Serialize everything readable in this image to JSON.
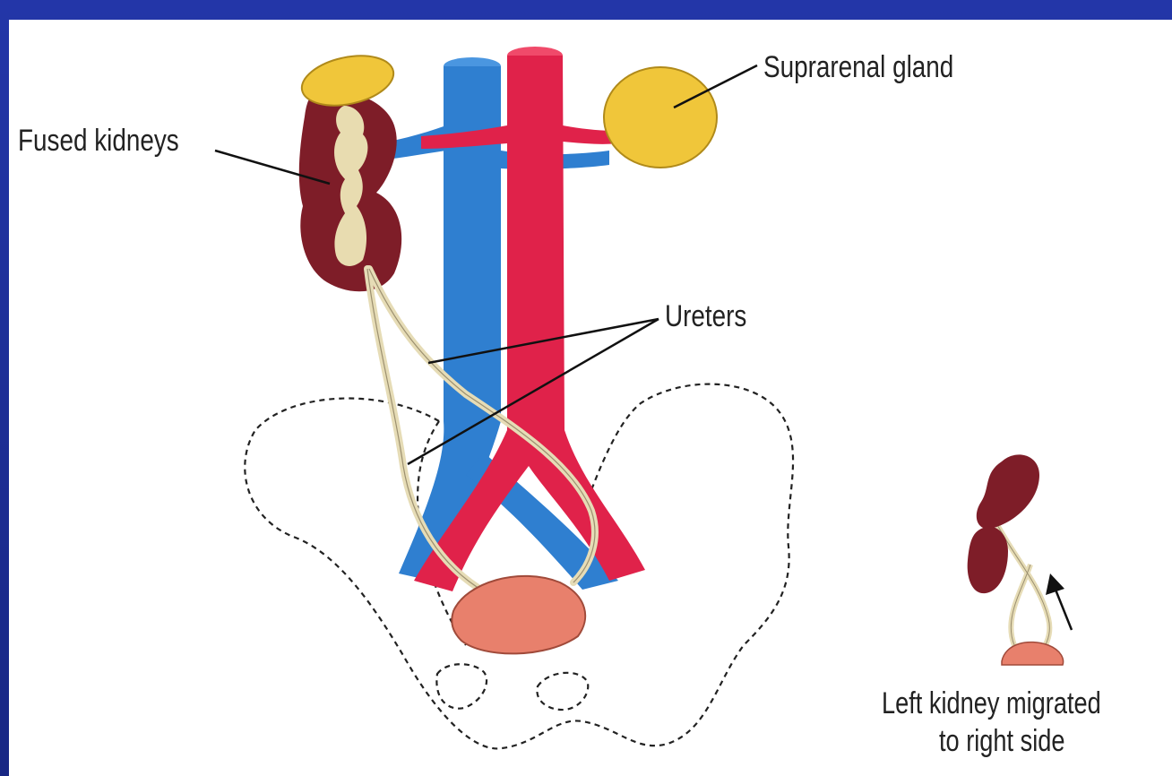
{
  "diagram": {
    "labels": {
      "suprarenal_gland": "Suprarenal gland",
      "fused_kidneys": "Fused kidneys",
      "ureters": "Ureters",
      "inset_line1": "Left kidney migrated",
      "inset_line2": "to right side"
    },
    "colors": {
      "frame": "#1b2a8f",
      "kidney": "#7e1d28",
      "renal_pelvis": "#e8dcb0",
      "suprarenal_gland": "#f0c63a",
      "vena_cava": "#2f7fd0",
      "aorta": "#e0224a",
      "ureter": "#e6dcb6",
      "bladder": "#e8806c",
      "pelvis_outline": "#222222"
    }
  }
}
